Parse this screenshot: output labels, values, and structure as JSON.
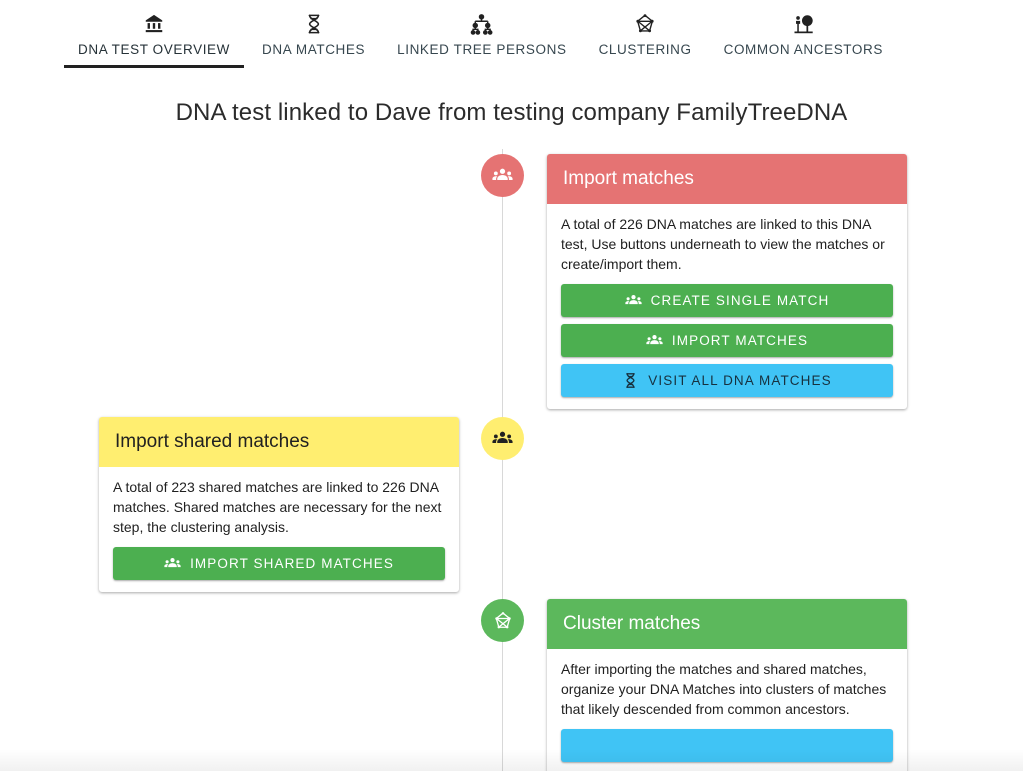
{
  "nav": {
    "tabs": [
      {
        "label": "DNA TEST OVERVIEW",
        "icon": "archive-building-icon",
        "active": true
      },
      {
        "label": "DNA MATCHES",
        "icon": "dna-helix-icon",
        "active": false
      },
      {
        "label": "LINKED TREE PERSONS",
        "icon": "hierarchy-tree-icon",
        "active": false
      },
      {
        "label": "CLUSTERING",
        "icon": "cluster-graph-icon",
        "active": false
      },
      {
        "label": "COMMON ANCESTORS",
        "icon": "ancestor-tree-icon",
        "active": false
      }
    ]
  },
  "page": {
    "title": "DNA test linked to Dave from testing company FamilyTreeDNA"
  },
  "colors": {
    "salmon": "#E57373",
    "yellow": "#FFEE70",
    "green": "#5CB85C",
    "button_green": "#4CAF50",
    "button_blue": "#40C4F5",
    "timeline_line": "#d8d8d8"
  },
  "timeline": {
    "steps": [
      {
        "marker_icon": "people-group-icon",
        "marker_color": "#E57373",
        "side": "right",
        "header": "Import matches",
        "header_bg": "#E57373",
        "header_color": "#ffffff",
        "text": "A total of 226 DNA matches are linked to this DNA test, Use buttons underneath to view the matches or create/import them.",
        "buttons": [
          {
            "label": "CREATE SINGLE MATCH",
            "style": "green",
            "icon": "people-group-icon"
          },
          {
            "label": "IMPORT MATCHES",
            "style": "green",
            "icon": "people-group-icon"
          },
          {
            "label": "VISIT ALL DNA MATCHES",
            "style": "blue",
            "icon": "dna-helix-icon"
          }
        ]
      },
      {
        "marker_icon": "people-group-icon",
        "marker_color": "#FFEE70",
        "side": "left",
        "header": "Import shared matches",
        "header_bg": "#FFEE70",
        "header_color": "#212121",
        "text": "A total of 223 shared matches are linked to 226 DNA matches. Shared matches are necessary for the next step, the clustering analysis.",
        "buttons": [
          {
            "label": "IMPORT SHARED MATCHES",
            "style": "green",
            "icon": "people-group-icon"
          }
        ]
      },
      {
        "marker_icon": "cluster-graph-icon",
        "marker_color": "#5CB85C",
        "side": "right",
        "header": "Cluster matches",
        "header_bg": "#5CB85C",
        "header_color": "#ffffff",
        "text": "After importing the matches and shared matches, organize your DNA Matches into clusters of matches that likely descended from common ancestors.",
        "buttons": [
          {
            "label": "",
            "style": "blue",
            "icon": "none"
          }
        ]
      }
    ]
  }
}
